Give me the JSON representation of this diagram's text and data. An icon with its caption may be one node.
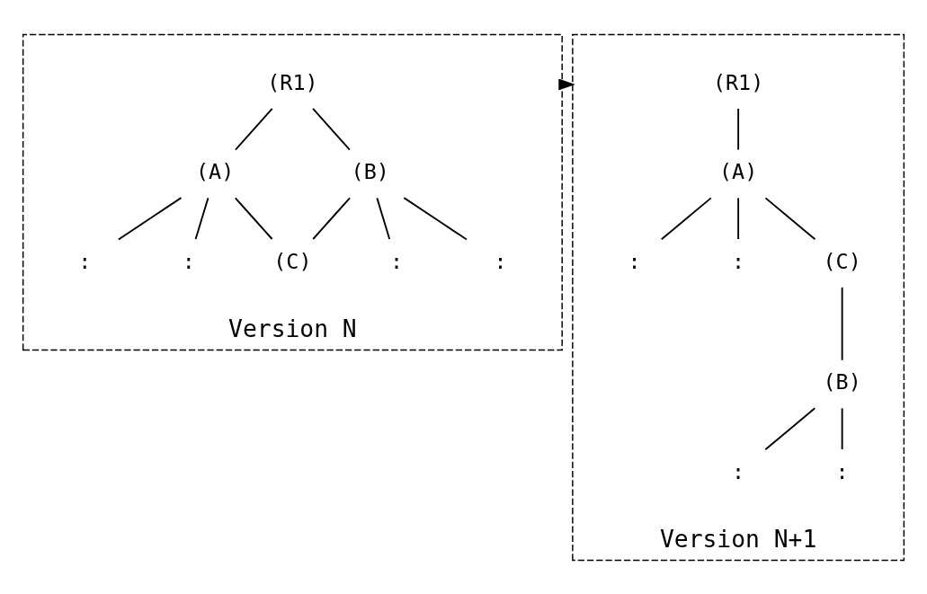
{
  "diagram": {
    "nodes": [
      {
        "text": [
          "Version N"
        ]
      },
      {
        "text": [
          "(R1)"
        ],
        "in": 0
      },
      {
        "text": [
          "(A)"
        ],
        "in": 0
      },
      {
        "text": [
          "(B)"
        ],
        "in": 0
      },
      {
        "text": [
          ":"
        ],
        "in": 0
      },
      {
        "text": [
          ":"
        ],
        "in": 0
      },
      {
        "text": [
          "(C)"
        ],
        "in": 0
      },
      {
        "text": [
          ":"
        ],
        "in": 0
      },
      {
        "text": [
          ":"
        ],
        "in": 0
      },
      {
        "text": [
          "Version N+1"
        ]
      },
      {
        "text": [
          "(R1)"
        ],
        "in": 9
      },
      {
        "text": [
          "(A)"
        ],
        "in": 9
      },
      {
        "text": [
          ":"
        ],
        "in": 9
      },
      {
        "text": [
          ":"
        ],
        "in": 9
      },
      {
        "text": [
          "(C)"
        ],
        "in": 9
      },
      {
        "text": [
          "(B)"
        ],
        "in": 9
      },
      {
        "text": [
          ":"
        ],
        "in": 9
      },
      {
        "text": [
          ":"
        ],
        "in": 9
      }
    ],
    "edges": [
      {
        "from": 1,
        "to": 2,
        "arrow": "none"
      },
      {
        "from": 1,
        "to": 3,
        "arrow": "none"
      },
      {
        "from": 2,
        "to": 4,
        "arrow": "none"
      },
      {
        "from": 2,
        "to": 5,
        "arrow": "none"
      },
      {
        "from": 2,
        "to": 6,
        "arrow": "none"
      },
      {
        "from": 3,
        "to": 6,
        "arrow": "none"
      },
      {
        "from": 3,
        "to": 7,
        "arrow": "none"
      },
      {
        "from": 3,
        "to": 8,
        "arrow": "none"
      },
      {
        "from": 10,
        "to": 11,
        "arrow": "none"
      },
      {
        "from": 11,
        "to": 12,
        "arrow": "none"
      },
      {
        "from": 11,
        "to": 13,
        "arrow": "none"
      },
      {
        "from": 11,
        "to": 14,
        "arrow": "none"
      },
      {
        "from": 14,
        "to": 15,
        "arrow": "none"
      },
      {
        "from": 15,
        "to": 16,
        "arrow": "none"
      },
      {
        "from": 15,
        "to": 17,
        "arrow": "none"
      },
      {
        "from": 0,
        "to": 9,
        "arrow": "to",
        "style": "dashed"
      }
    ]
  }
}
